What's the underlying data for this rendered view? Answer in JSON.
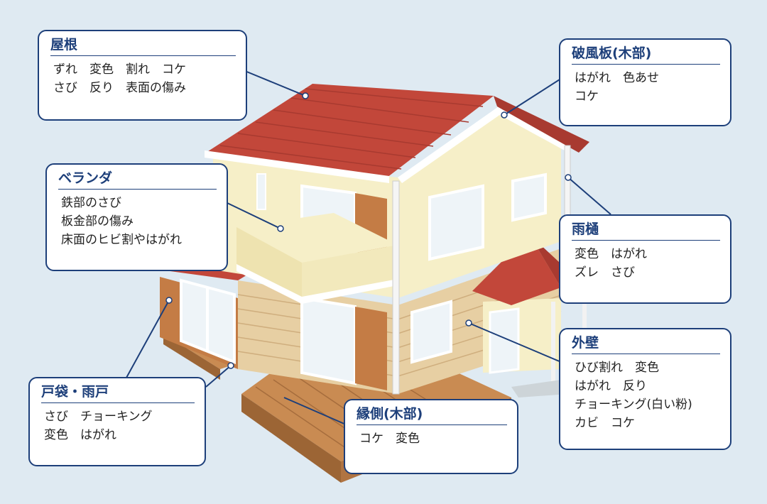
{
  "callouts": {
    "roof": {
      "title": "屋根",
      "lines": [
        "ずれ　変色　割れ　コケ",
        "さび　反り　表面の傷み"
      ]
    },
    "barge": {
      "title": "破風板(木部)",
      "lines": [
        "はがれ　色あせ",
        "コケ"
      ]
    },
    "veranda": {
      "title": "ベランダ",
      "lines": [
        "鉄部のさび",
        "板金部の傷み",
        "床面のヒビ割やはがれ"
      ]
    },
    "gutter": {
      "title": "雨樋",
      "lines": [
        "変色　はがれ",
        "ズレ　さび"
      ]
    },
    "wall": {
      "title": "外壁",
      "lines": [
        "ひび割れ　変色",
        "はがれ　反り",
        "チョーキング(白い粉)",
        "カビ　コケ"
      ]
    },
    "door": {
      "title": "戸袋・雨戸",
      "lines": [
        "さび　チョーキング",
        "変色　はがれ"
      ]
    },
    "deck": {
      "title": "縁側(木部)",
      "lines": [
        "コケ　変色"
      ]
    }
  },
  "colors": {
    "accent": "#1d3f7a",
    "background": "#dfeaf2",
    "roof": "#c2473a",
    "wall_upper": "#f6efc8",
    "siding": "#e7cfa3",
    "wood": "#c47c45"
  }
}
